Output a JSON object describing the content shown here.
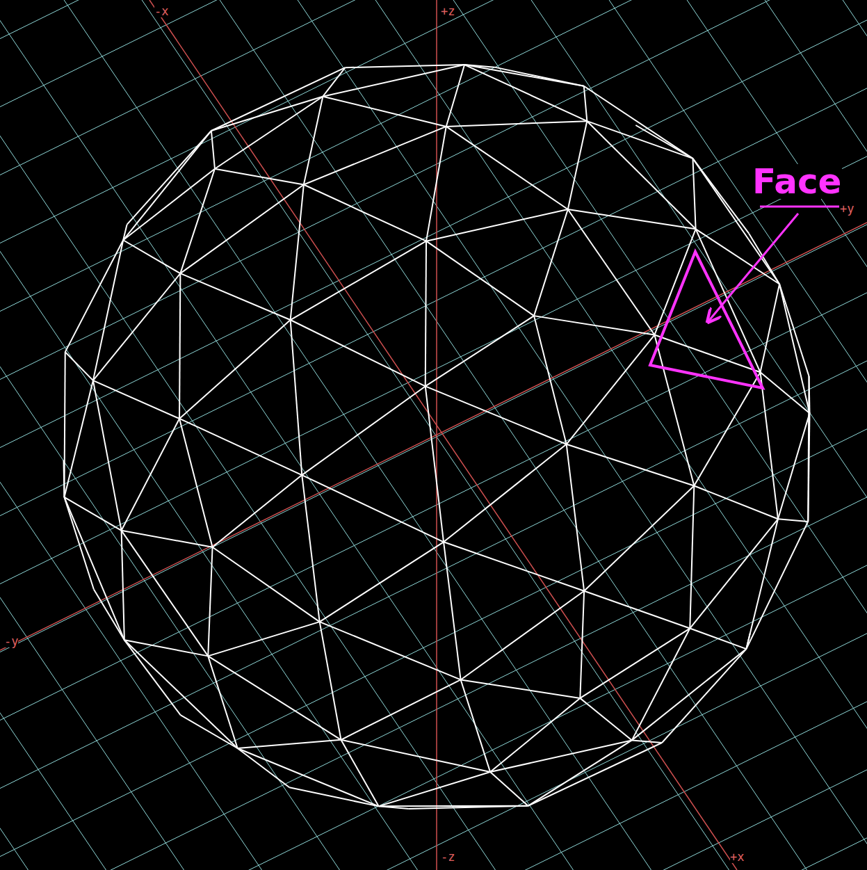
{
  "diagram": {
    "labels": [
      "-x",
      "+z",
      "+y",
      "-y",
      "-z",
      "+x",
      "Face"
    ]
  }
}
